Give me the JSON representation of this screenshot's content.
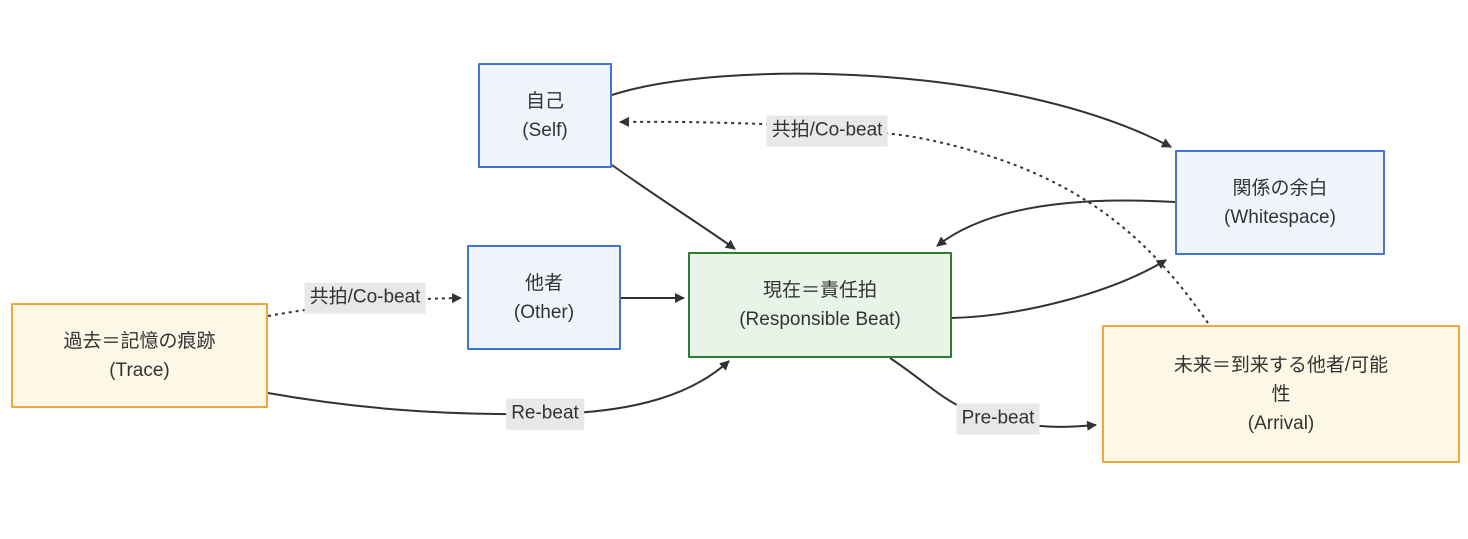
{
  "diagram": {
    "title": "temporal-relational beat diagram",
    "nodes": {
      "self": {
        "lines": [
          "自己",
          "(Self)"
        ]
      },
      "other": {
        "lines": [
          "他者",
          "(Other)"
        ]
      },
      "responsible_beat": {
        "lines": [
          "現在＝責任拍",
          "(Responsible Beat)"
        ]
      },
      "whitespace": {
        "lines": [
          "関係の余白",
          "(Whitespace)"
        ]
      },
      "trace": {
        "lines": [
          "過去＝記憶の痕跡",
          "(Trace)"
        ]
      },
      "arrival": {
        "lines": [
          "未来＝到来する他者/可能",
          "性",
          "(Arrival)"
        ]
      }
    },
    "edge_labels": {
      "co_beat_top": "共拍/Co-beat",
      "co_beat_left": "共拍/Co-beat",
      "re_beat": "Re-beat",
      "pre_beat": "Pre-beat"
    },
    "edges": [
      {
        "from": "self",
        "to": "whitespace",
        "style": "solid",
        "label": ""
      },
      {
        "from": "arrival",
        "to": "self",
        "style": "dotted",
        "label": "共拍/Co-beat"
      },
      {
        "from": "self",
        "to": "responsible_beat",
        "style": "solid",
        "label": ""
      },
      {
        "from": "other",
        "to": "responsible_beat",
        "style": "solid",
        "label": ""
      },
      {
        "from": "whitespace",
        "to": "responsible_beat",
        "style": "solid",
        "label": ""
      },
      {
        "from": "responsible_beat",
        "to": "whitespace",
        "style": "solid",
        "label": ""
      },
      {
        "from": "trace",
        "to": "other",
        "style": "dotted",
        "label": "共拍/Co-beat"
      },
      {
        "from": "trace",
        "to": "responsible_beat",
        "style": "solid",
        "label": "Re-beat"
      },
      {
        "from": "responsible_beat",
        "to": "arrival",
        "style": "solid",
        "label": "Pre-beat"
      }
    ],
    "colors": {
      "blue_node_border": "#4273d6",
      "blue_node_fill": "#f0f4fc",
      "green_node_border": "#2e7d32",
      "green_node_fill": "#e9f4e9",
      "orange_node_border": "#f2a63a",
      "orange_node_fill": "#fdf7e6",
      "edge_stroke": "#333333",
      "edge_label_bg": "#e8e8e8",
      "text": "#333333",
      "background": "#ffffff"
    }
  }
}
